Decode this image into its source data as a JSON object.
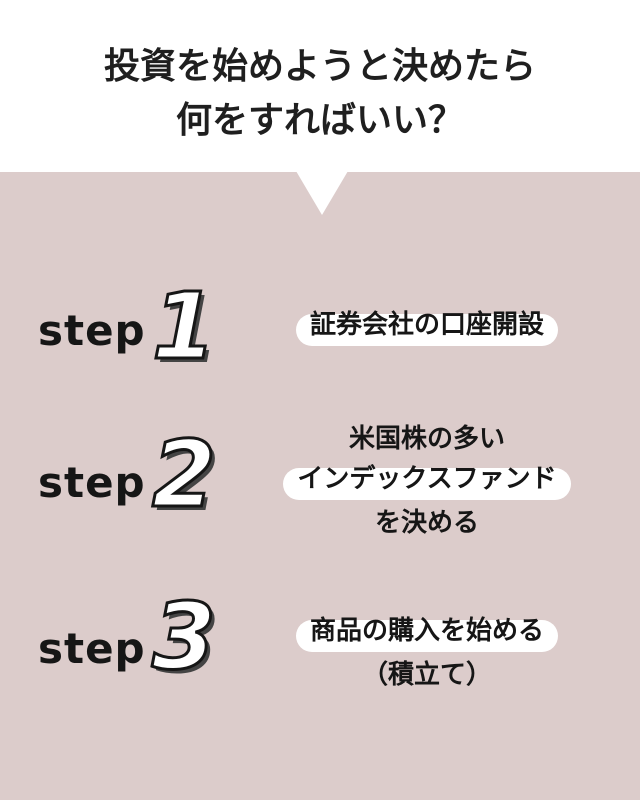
{
  "title": {
    "line1": "投資を始めようと決めたら",
    "line2": "何をすればいい？"
  },
  "step_word": "step",
  "steps": [
    {
      "number": "1",
      "lines": [
        "証券会社の口座開設"
      ]
    },
    {
      "number": "2",
      "lines": [
        "米国株の多い",
        "インデックスファンド",
        "を決める"
      ]
    },
    {
      "number": "3",
      "lines": [
        "商品の購入を始める",
        "（積立て）"
      ]
    }
  ],
  "colors": {
    "background": "#dccccb",
    "header": "#ffffff",
    "text": "#161616"
  }
}
